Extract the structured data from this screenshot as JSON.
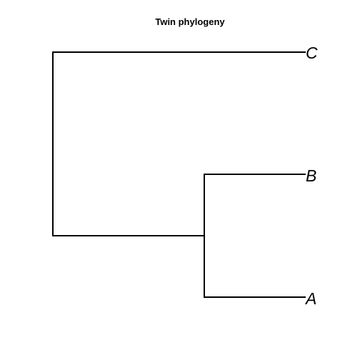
{
  "title": "Twin phylogeny",
  "tree": {
    "leaves": [
      "C",
      "B",
      "A"
    ],
    "topology": "(C,(B,A));",
    "colors": {
      "branch": "#000000",
      "label": "#000000",
      "background": "#ffffff"
    }
  }
}
